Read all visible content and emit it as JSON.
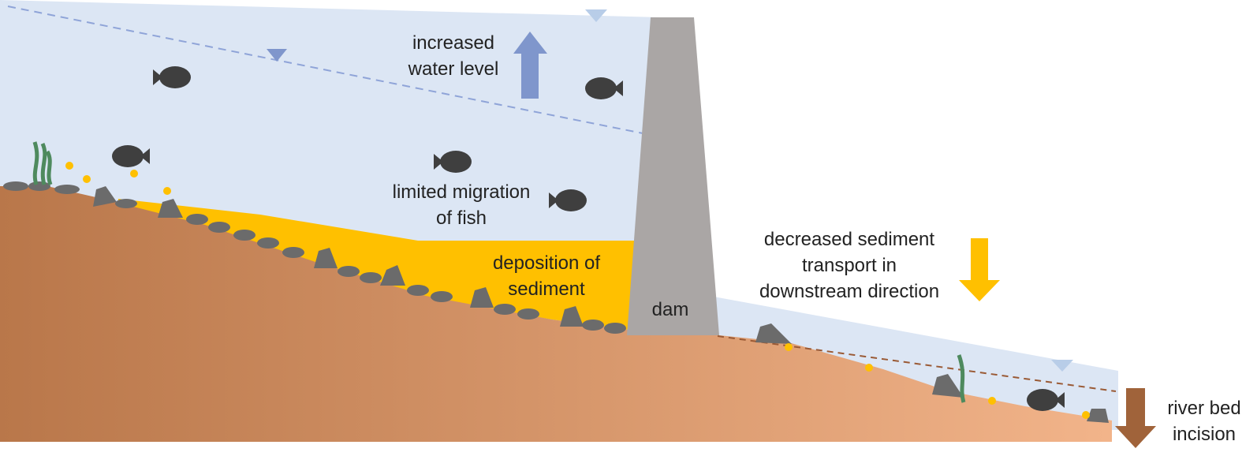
{
  "labels": {
    "increased_water_level": [
      "increased",
      "water level"
    ],
    "limited_migration": [
      "limited migration",
      "of fish"
    ],
    "deposition": [
      "deposition of",
      "sediment"
    ],
    "dam": "dam",
    "decreased_sediment": [
      "decreased sediment",
      "transport in",
      "downstream direction"
    ],
    "river_bed_incision": [
      "river bed",
      "incision"
    ]
  },
  "colors": {
    "water": "#dce6f4",
    "sediment": "#ffc000",
    "riverbed_dark": "#b9774a",
    "riverbed_light": "#f2b48a",
    "dam": "#aaa6a5",
    "rock": "#6b6b6b",
    "fish": "#3f3f3f",
    "plant": "#4e8a5e",
    "water_level_arrow": "#7f96cc",
    "sediment_arrow": "#ffc000",
    "incision_arrow": "#a0633a",
    "old_level_dash": "#8fa4d8",
    "old_bed_dash": "#9a5a35"
  },
  "icons": [
    "fish-icon",
    "rock-icon",
    "water-plant-icon",
    "water-surface-marker-icon",
    "sediment-particle-icon"
  ]
}
